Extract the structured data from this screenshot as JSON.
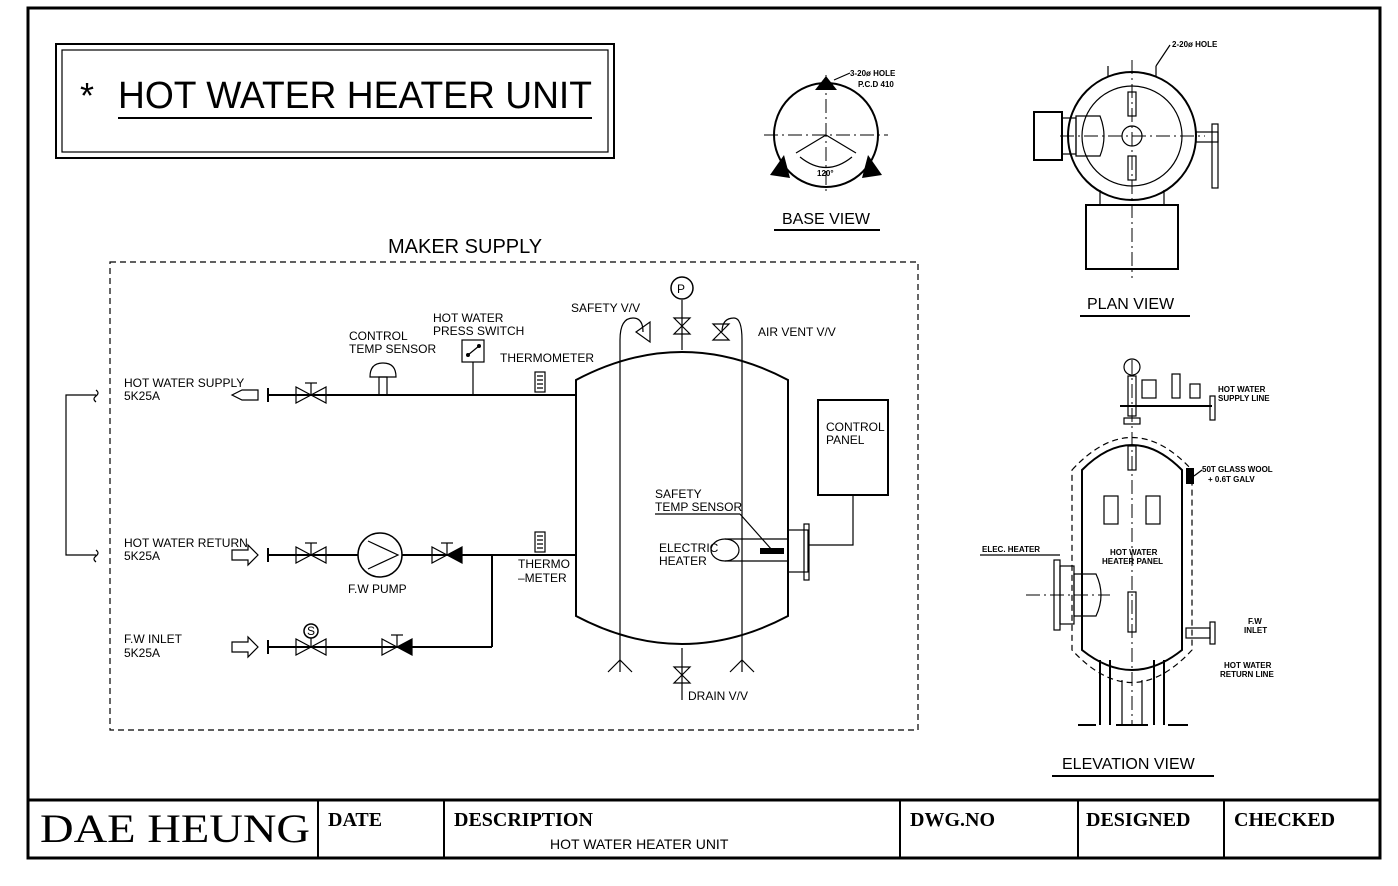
{
  "title": {
    "prefix": "*",
    "text": "HOT WATER HEATER UNIT"
  },
  "schematic": {
    "heading": "MAKER SUPPLY",
    "lines": [
      {
        "name": "HOT WATER SUPPLY",
        "size": "5K25A"
      },
      {
        "name": "HOT WATER RETURN",
        "size": "5K25A"
      },
      {
        "name": "F.W INLET",
        "size": "5K25A"
      }
    ],
    "labels": {
      "control_temp_sensor": [
        "CONTROL",
        "TEMP SENSOR"
      ],
      "press_switch": [
        "HOT WATER",
        "PRESS SWITCH"
      ],
      "thermometer": "THERMOMETER",
      "safety_vv": "SAFETY V/V",
      "pressure_gauge": "P",
      "air_vent": "AIR VENT V/V",
      "control_panel": [
        "CONTROL",
        "PANEL"
      ],
      "safety_temp_sensor": [
        "SAFETY",
        "TEMP SENSOR"
      ],
      "electric_heater": [
        "ELECTRIC",
        "HEATER"
      ],
      "thermo_meter": [
        "THERMO",
        "–METER"
      ],
      "fw_pump": "F.W PUMP",
      "solenoid": "S",
      "drain_vv": "DRAIN V/V"
    }
  },
  "base_view": {
    "title": "BASE VIEW",
    "hole_note": [
      "3-20ø HOLE",
      "P.C.D 410"
    ],
    "angle": "120°"
  },
  "plan_view": {
    "title": "PLAN VIEW",
    "hole_note": "2-20ø HOLE"
  },
  "elevation_view": {
    "title": "ELEVATION VIEW",
    "labels": {
      "supply_line": [
        "HOT WATER",
        "SUPPLY LINE"
      ],
      "glass_wool": [
        "50T GLASS WOOL",
        "+ 0.6T GALV"
      ],
      "elec_heater": "ELEC. HEATER",
      "heater_panel": [
        "HOT WATER",
        "HEATER PANEL"
      ],
      "fw_inlet": [
        "F.W",
        "INLET"
      ],
      "return_line": [
        "HOT WATER",
        "RETURN LINE"
      ]
    }
  },
  "title_block": {
    "company": "DAE  HEUNG",
    "date_label": "DATE",
    "description_label": "DESCRIPTION",
    "description_value": "HOT WATER HEATER UNIT",
    "dwg_label": "DWG.NO",
    "designed_label": "DESIGNED",
    "checked_label": "CHECKED"
  }
}
